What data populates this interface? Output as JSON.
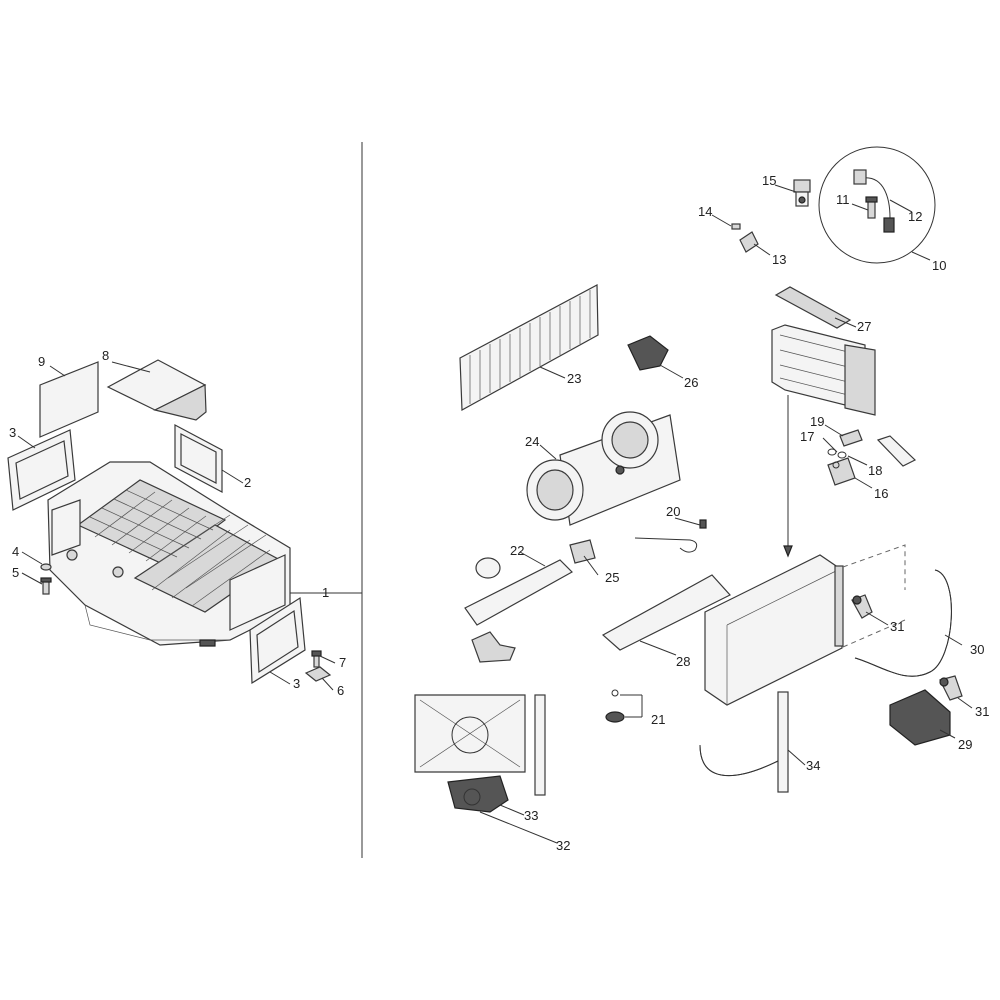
{
  "labels": [
    "1",
    "2",
    "3",
    "3",
    "4",
    "5",
    "6",
    "7",
    "8",
    "9",
    "10",
    "11",
    "12",
    "13",
    "14",
    "15",
    "16",
    "17",
    "18",
    "19",
    "20",
    "21",
    "22",
    "23",
    "24",
    "25",
    "26",
    "27",
    "28",
    "29",
    "30",
    "31",
    "31",
    "32",
    "33",
    "34"
  ],
  "colors": {
    "line": "#333333",
    "fill": "#f4f4f4",
    "shade": "#d8d8d8",
    "dark": "#555555"
  }
}
